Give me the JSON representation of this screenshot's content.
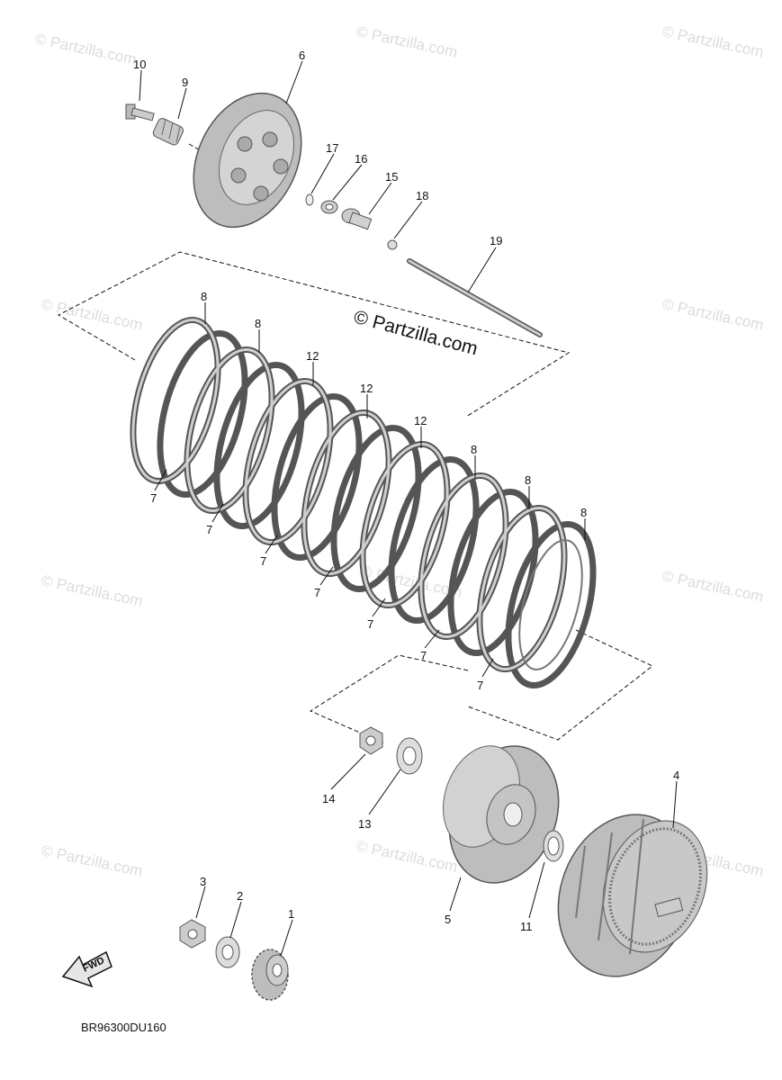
{
  "diagram_code": "BR96300DU160",
  "watermark_text": "© Partzilla.com",
  "center_watermark": "© Partzilla.com",
  "fwd_label": "FWD",
  "callouts": {
    "c1": "1",
    "c2": "2",
    "c3": "3",
    "c4": "4",
    "c5": "5",
    "c6": "6",
    "c7a": "7",
    "c7b": "7",
    "c7c": "7",
    "c7d": "7",
    "c7e": "7",
    "c7f": "7",
    "c7g": "7",
    "c8a": "8",
    "c8b": "8",
    "c8c": "8",
    "c8d": "8",
    "c8e": "8",
    "c9": "9",
    "c10": "10",
    "c11": "11",
    "c12a": "12",
    "c12b": "12",
    "c12c": "12",
    "c13": "13",
    "c14": "14",
    "c15": "15",
    "c16": "16",
    "c17": "17",
    "c18": "18",
    "c19": "19"
  },
  "colors": {
    "part_fill": "#c8c8c8",
    "part_stroke": "#555555",
    "line": "#111111",
    "watermark": "#dcdcdc"
  }
}
